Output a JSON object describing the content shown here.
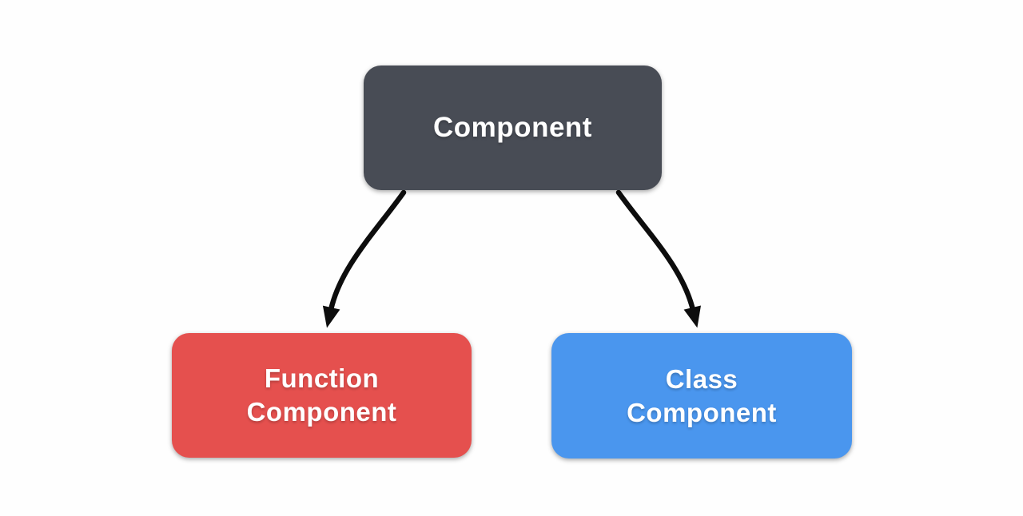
{
  "colors": {
    "background": "#fefefe",
    "edge": "#0d0d0d",
    "node_text": "#ffffff"
  },
  "diagram": {
    "nodes": {
      "component": {
        "label": "Component",
        "fill": "#484C55"
      },
      "function_component": {
        "line1": "Function",
        "line2": "Component",
        "fill": "#E5504E"
      },
      "class_component": {
        "line1": "Class",
        "line2": "Component",
        "fill": "#4A96EE"
      }
    },
    "edges": [
      {
        "from": "Component",
        "to": "Function Component"
      },
      {
        "from": "Component",
        "to": "Class Component"
      }
    ]
  }
}
